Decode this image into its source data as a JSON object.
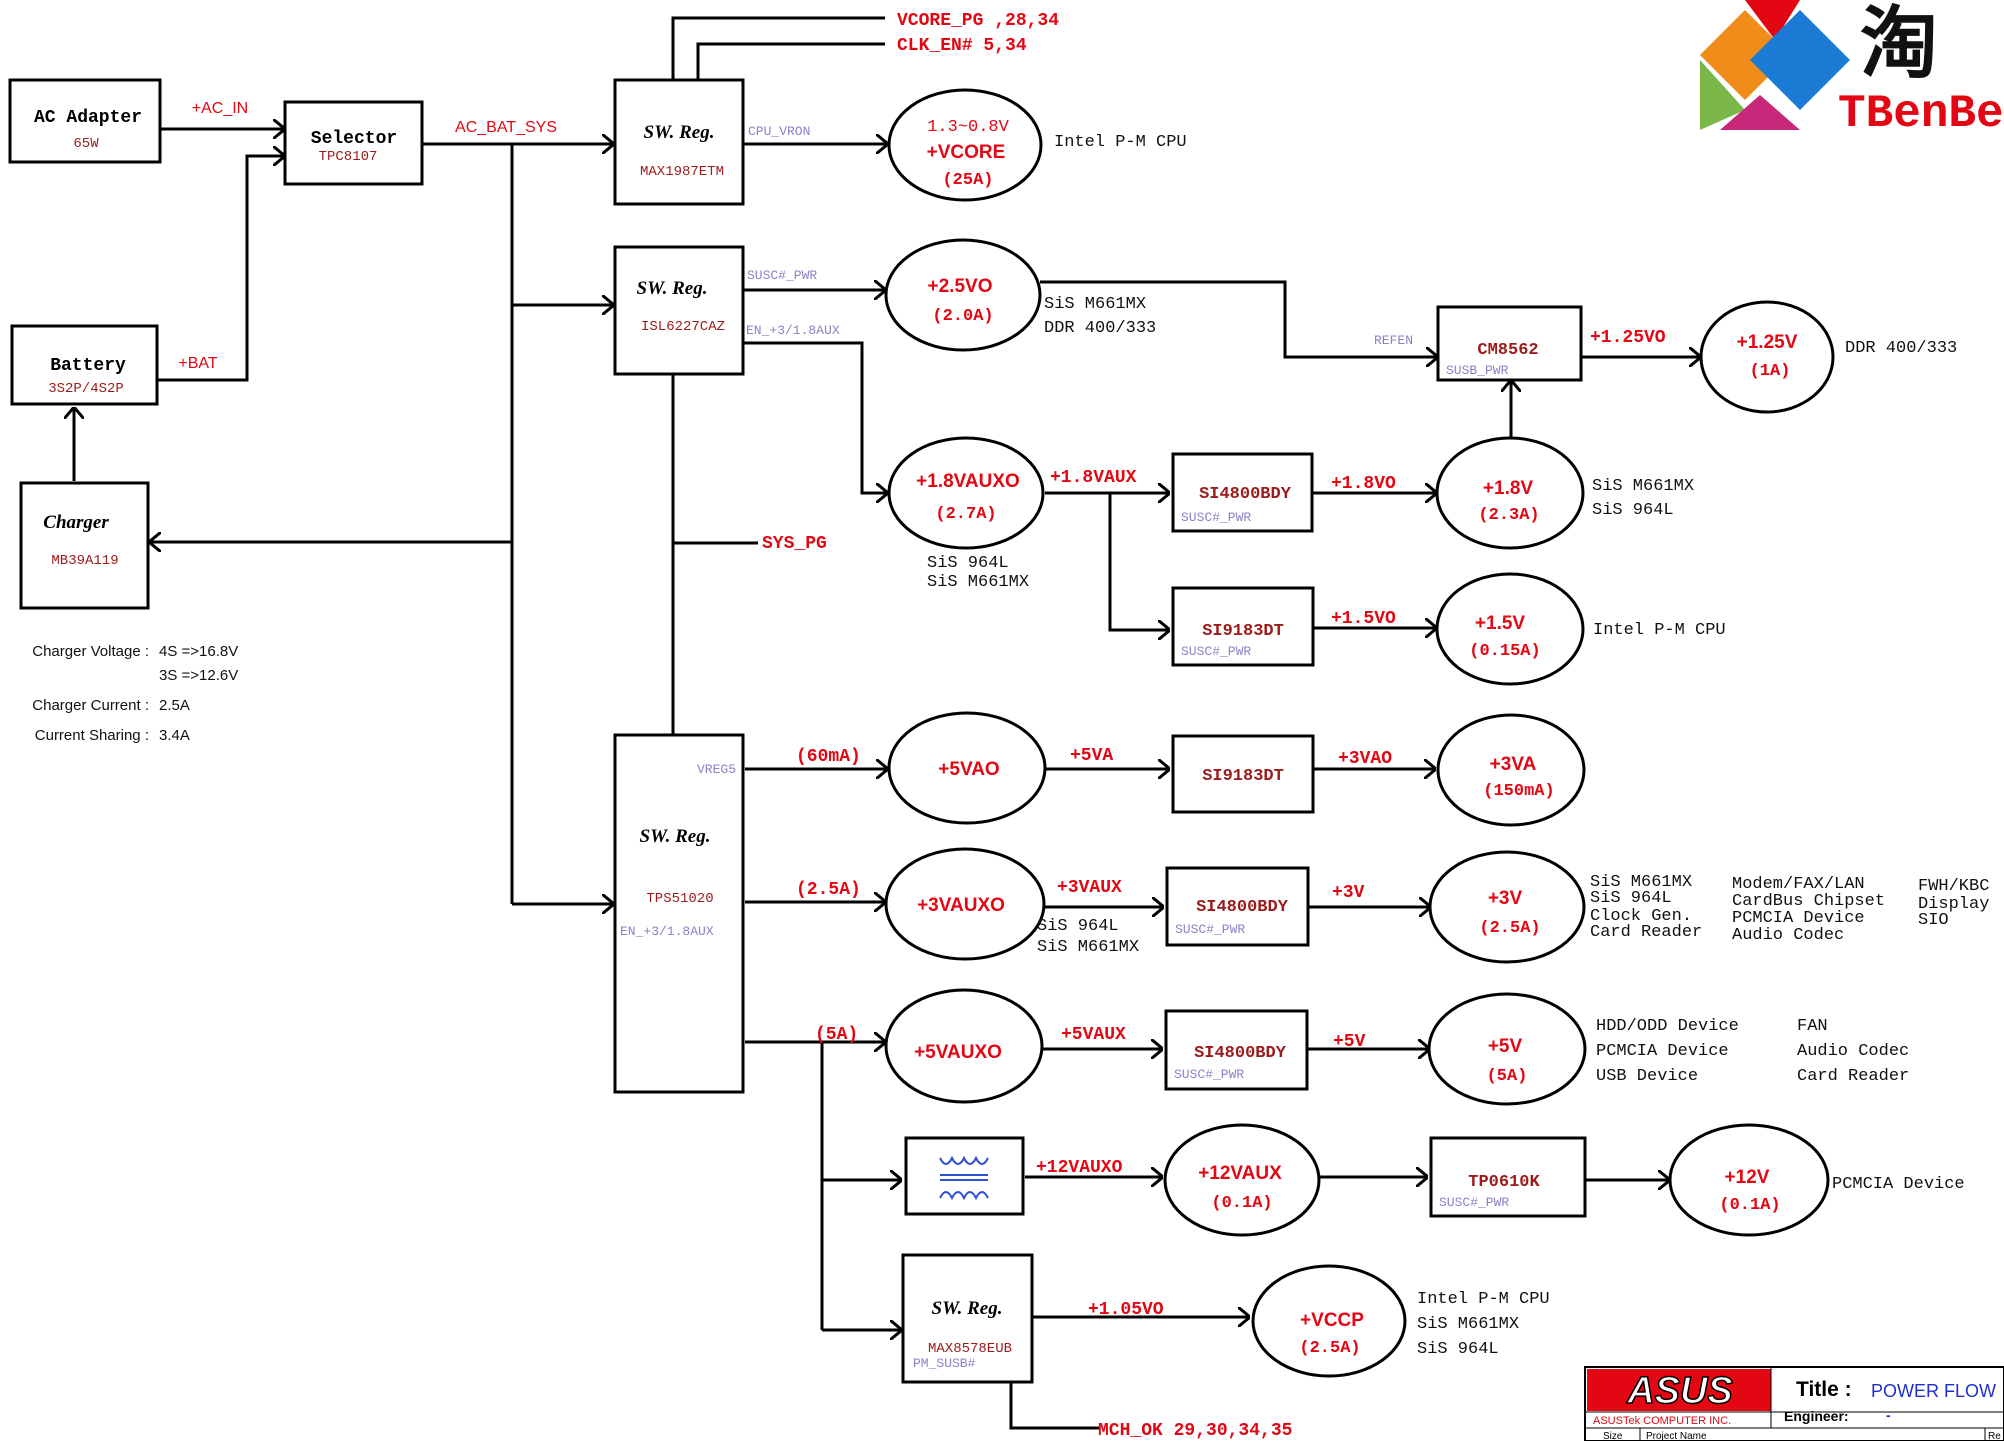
{
  "colors": {
    "signal": "#e30613",
    "part": "#9b1b1b",
    "pin": "#8a82c8",
    "wire": "#000000",
    "logo_red": "#e30613"
  },
  "watermark": {
    "brand_cn": "淘",
    "brand_en": "TBenBe"
  },
  "nodes": {
    "ac_adapter": {
      "title": "AC Adapter",
      "sub": "65W"
    },
    "battery": {
      "title": "Battery",
      "sub": "3S2P/4S2P"
    },
    "charger": {
      "title": "Charger",
      "sub": "MB39A119"
    },
    "selector": {
      "title": "Selector",
      "sub": "TPC8107"
    },
    "vcore_reg": {
      "title": "SW. Reg.",
      "sub": "MAX1987ETM",
      "pin_out": "CPU_VRON"
    },
    "reg25": {
      "title": "SW. Reg.",
      "sub": "ISL6227CAZ",
      "pin_a": "SUSC#_PWR",
      "pin_b": "EN_+3/1.8AUX"
    },
    "reg_tps": {
      "title": "SW. Reg.",
      "sub": "TPS51020",
      "pin_vreg": "VREG5",
      "pin_en": "EN_+3/1.8AUX"
    },
    "reg_vccp": {
      "title": "SW. Reg.",
      "sub": "MAX8578EUB",
      "pin": "PM_SUSB#"
    },
    "cm8562": {
      "title": "CM8562",
      "pin_in": "REFEN",
      "pin": "SUSB_PWR"
    },
    "si4800_18": {
      "title": "SI4800BDY",
      "pin": "SUSC#_PWR"
    },
    "si9183_15": {
      "title": "SI9183DT",
      "pin": "SUSC#_PWR"
    },
    "si9183_3va": {
      "title": "SI9183DT"
    },
    "si4800_3v": {
      "title": "SI4800BDY",
      "pin": "SUSC#_PWR"
    },
    "si4800_5v": {
      "title": "SI4800BDY",
      "pin": "SUSC#_PWR"
    },
    "tp0610k": {
      "title": "TP0610K",
      "pin": "SUSC#_PWR"
    }
  },
  "rails": {
    "vcore": {
      "l1": "1.3~0.8V",
      "l2": "+VCORE",
      "l3": "(25A)"
    },
    "v25": {
      "l1": "+2.5VO",
      "l2": "(2.0A)"
    },
    "v125": {
      "l1": "+1.25V",
      "l2": "(1A)"
    },
    "v18aux": {
      "l1": "+1.8VAUXO",
      "l2": "(2.7A)"
    },
    "v18": {
      "l1": "+1.8V",
      "l2": "(2.3A)"
    },
    "v15": {
      "l1": "+1.5V",
      "l2": "(0.15A)"
    },
    "v5vao": {
      "l1": "+5VAO"
    },
    "v3va": {
      "l1": "+3VA",
      "l2": "(150mA)"
    },
    "v3vauxo": {
      "l1": "+3VAUXO"
    },
    "v3v": {
      "l1": "+3V",
      "l2": "(2.5A)"
    },
    "v5vauxo": {
      "l1": "+5VAUXO"
    },
    "v5v": {
      "l1": "+5V",
      "l2": "(5A)"
    },
    "v12vaux": {
      "l1": "+12VAUX",
      "l2": "(0.1A)"
    },
    "v12v": {
      "l1": "+12V",
      "l2": "(0.1A)"
    },
    "vccp": {
      "l1": "+VCCP",
      "l2": "(2.5A)"
    }
  },
  "wire_labels": {
    "ac_in": "+AC_IN",
    "bat": "+BAT",
    "ac_bat_sys": "AC_BAT_SYS",
    "vcore_pg": "VCORE_PG ,28,34",
    "clk_en": "CLK_EN# 5,34",
    "sys_pg": "SYS_PG",
    "v125o": "+1.25VO",
    "v18vaux": "+1.8VAUX",
    "v18vo": "+1.8VO",
    "v15vo": "+1.5VO",
    "ma60": "(60mA)",
    "v5va": "+5VA",
    "v3vao": "+3VAO",
    "a25": "(2.5A)",
    "v3vaux": "+3VAUX",
    "v3": "+3V",
    "a5": "(5A)",
    "v5vaux": "+5VAUX",
    "v5": "+5V",
    "v12vauxo": "+12VAUXO",
    "v105vo": "+1.05VO",
    "mch_ok": "MCH_OK 29,30,34,35"
  },
  "loads": {
    "vcore": [
      "Intel P-M CPU"
    ],
    "v25": [
      "SiS M661MX",
      "DDR 400/333"
    ],
    "v125": [
      "DDR 400/333"
    ],
    "v18aux": [
      "SiS 964L",
      "SiS M661MX"
    ],
    "v18": [
      "SiS M661MX",
      "SiS 964L"
    ],
    "v15": [
      "Intel P-M CPU"
    ],
    "v3vaux": [
      "SiS 964L",
      "SiS M661MX"
    ],
    "v3_a": [
      "SiS M661MX",
      "SiS 964L",
      "Clock Gen.",
      "Card Reader"
    ],
    "v3_b": [
      "Modem/FAX/LAN",
      "CardBus Chipset",
      "PCMCIA Device",
      "Audio Codec"
    ],
    "v3_c": [
      "FWH/KBC",
      "Display",
      "SIO"
    ],
    "v5_a": [
      "HDD/ODD Device",
      "PCMCIA Device",
      "USB Device"
    ],
    "v5_b": [
      "FAN",
      "Audio Codec",
      "Card Reader"
    ],
    "v12": [
      "PCMCIA Device"
    ],
    "vccp": [
      "Intel P-M CPU",
      "SiS M661MX",
      "SiS 964L"
    ]
  },
  "charger_spec": {
    "voltage_label": "Charger Voltage :",
    "voltage_1": "4S =>16.8V",
    "voltage_2": "3S =>12.6V",
    "current_label": "Charger Current :",
    "current": "2.5A",
    "sharing_label": "Current Sharing :",
    "sharing": "3.4A"
  },
  "title_block": {
    "logo": "ASUS",
    "company": "ASUSTek COMPUTER INC.",
    "title_label": "Title :",
    "title": "POWER FLOW",
    "engineer_label": "Engineer:",
    "engineer": "-",
    "size_label": "Size",
    "project_label": "Project Name",
    "rev_label": "Re"
  }
}
